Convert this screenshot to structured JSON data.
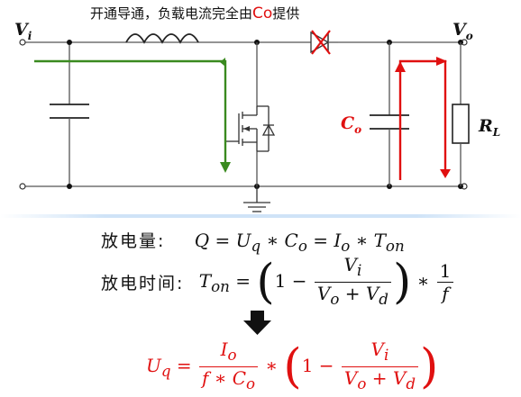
{
  "title": {
    "prefix": "开通导通，负载电流完全由",
    "highlight": "Co",
    "suffix": "提供"
  },
  "labels": {
    "vin": "V",
    "vin_sub": "i",
    "vout": "V",
    "vout_sub": "o",
    "cap": "C",
    "cap_sub": "o",
    "load": "R",
    "load_sub": "L"
  },
  "equations": {
    "discharge_label": "放电量:",
    "discharge_formula": "Q = Uq ∗ Co = Io ∗ Ton",
    "time_label": "放电时间:",
    "time_formula": "Ton = (1 − Vi/(Vo + Vd)) ∗ 1/f",
    "result_formula": "Uq = Io/(f ∗ Co) ∗ (1 − Vi/(Vo + Vd))"
  },
  "colors": {
    "wire": "#444444",
    "green_path": "#3a8a1f",
    "red_path": "#e01010",
    "accent_red": "#e01010"
  }
}
